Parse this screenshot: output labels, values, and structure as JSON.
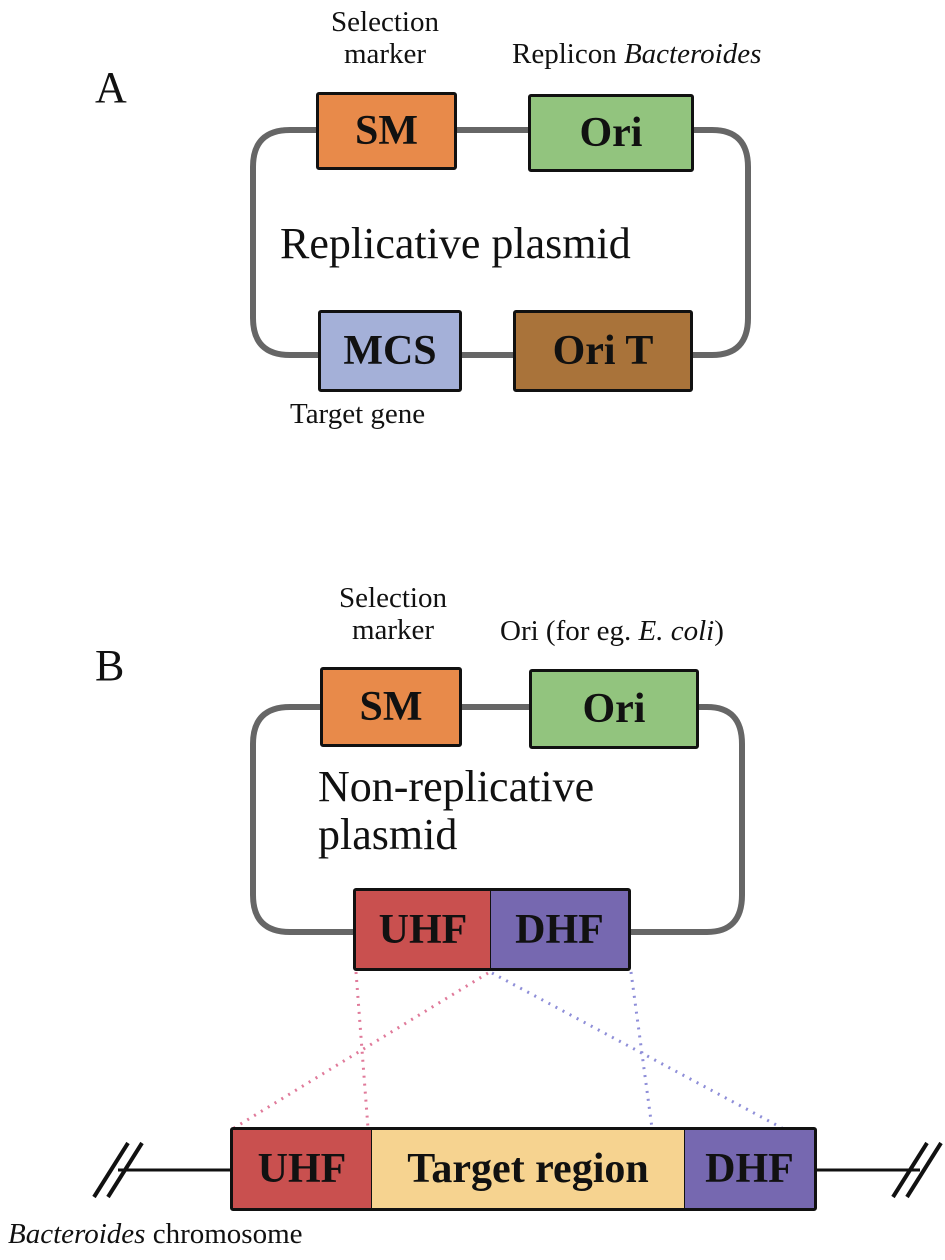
{
  "panel_a": {
    "label": "A",
    "title": "Replicative plasmid",
    "sm": {
      "label": "SM",
      "caption_line1": "Selection",
      "caption_line2": "marker"
    },
    "ori": {
      "label": "Ori",
      "caption_normal": "Replicon ",
      "caption_italic": "Bacteroides"
    },
    "mcs": {
      "label": "MCS",
      "caption": "Target gene"
    },
    "orit": {
      "label": "Ori T"
    }
  },
  "panel_b": {
    "label": "B",
    "title_line1": "Non-replicative",
    "title_line2": "plasmid",
    "sm": {
      "label": "SM",
      "caption_line1": "Selection",
      "caption_line2": "marker"
    },
    "ori": {
      "label": "Ori",
      "caption_normal": "Ori (for eg. ",
      "caption_italic": "E. coli",
      "caption_end": ")"
    },
    "uhf": {
      "label": "UHF"
    },
    "dhf": {
      "label": "DHF"
    },
    "chromosome": {
      "uhf": "UHF",
      "target": "Target region",
      "dhf": "DHF",
      "caption_italic": "Bacteroides",
      "caption_normal": " chromosome"
    }
  },
  "colors": {
    "sm": "#E88A4A",
    "ori": "#92C47E",
    "mcs": "#A4B0D8",
    "orit": "#A9733A",
    "uhf": "#C9504F",
    "dhf": "#7668B0",
    "target": "#F6D390",
    "line": "#666666",
    "uhf_dots": "#E07A9A",
    "dhf_dots": "#8E8ED8"
  }
}
